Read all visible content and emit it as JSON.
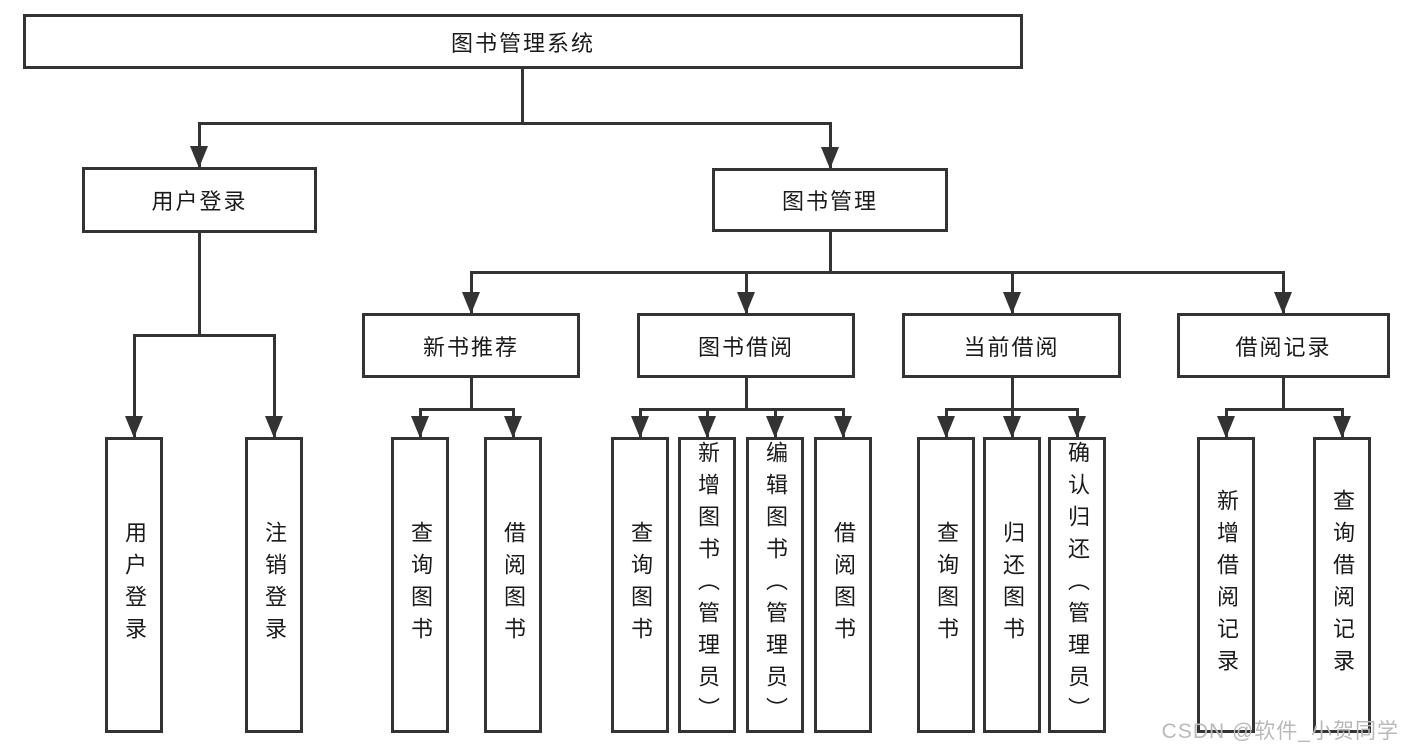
{
  "colors": {
    "line": "#333333",
    "text": "#1a1a1a",
    "watermark": "#b9b9b9",
    "background": "#ffffff"
  },
  "watermark": "CSDN @软件_小贺同学",
  "tree": {
    "label": "图书管理系统",
    "children": [
      {
        "label": "用户登录",
        "children": [
          {
            "label": "用户登录"
          },
          {
            "label": "注销登录"
          }
        ]
      },
      {
        "label": "图书管理",
        "children": [
          {
            "label": "新书推荐",
            "children": [
              {
                "label": "查询图书"
              },
              {
                "label": "借阅图书"
              }
            ]
          },
          {
            "label": "图书借阅",
            "children": [
              {
                "label": "查询图书"
              },
              {
                "label": "新增图书（管理员）"
              },
              {
                "label": "编辑图书（管理员）"
              },
              {
                "label": "借阅图书"
              }
            ]
          },
          {
            "label": "当前借阅",
            "children": [
              {
                "label": "查询图书"
              },
              {
                "label": "归还图书"
              },
              {
                "label": "确认归还（管理员）"
              }
            ]
          },
          {
            "label": "借阅记录",
            "children": [
              {
                "label": "新增借阅记录"
              },
              {
                "label": "查询借阅记录"
              }
            ]
          }
        ]
      }
    ]
  }
}
